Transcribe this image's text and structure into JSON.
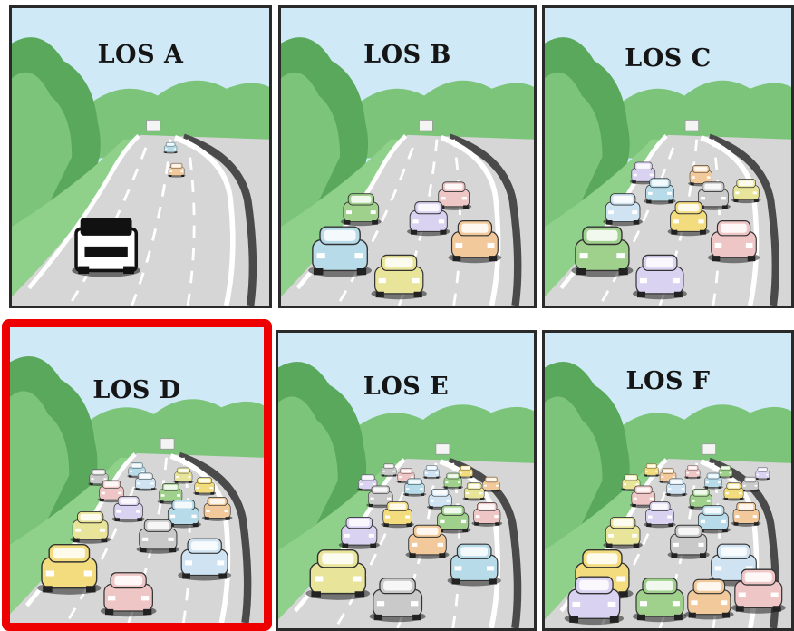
{
  "panels": [
    {
      "id": "a",
      "label": "LOS A",
      "density": 1,
      "selected": false
    },
    {
      "id": "b",
      "label": "LOS B",
      "density": 2,
      "selected": false
    },
    {
      "id": "c",
      "label": "LOS C",
      "density": 3,
      "selected": false
    },
    {
      "id": "d",
      "label": "LOS D",
      "density": 4,
      "selected": true
    },
    {
      "id": "e",
      "label": "LOS E",
      "density": 5,
      "selected": false
    },
    {
      "id": "f",
      "label": "LOS F",
      "density": 6,
      "selected": false
    }
  ],
  "colors": {
    "sky": "#cfe9f7",
    "trees": "#7cc47a",
    "trees_dark": "#5aa85c",
    "road": "#d6d6d6",
    "lane_mark": "#ffffff",
    "road_edge": "#4a4a4a",
    "selection": "#ee0000"
  }
}
